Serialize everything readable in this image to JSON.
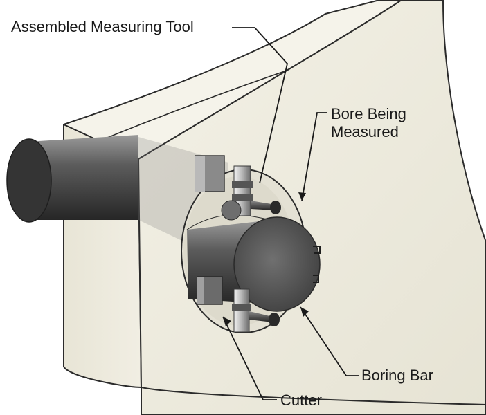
{
  "labels": {
    "assembled_measuring_tool": "Assembled Measuring Tool",
    "bore_line1": "Bore Being",
    "bore_line2": "Measured",
    "boring_bar": "Boring Bar",
    "cutter": "Cutter"
  },
  "colors": {
    "casting_face": "#efece0",
    "casting_top": "#f4f2e8",
    "casting_edge": "#2b2b2b",
    "bar_dark": "#3a3a3a",
    "bar_light": "#8c8c8c",
    "leader": "#1a1a1a"
  }
}
